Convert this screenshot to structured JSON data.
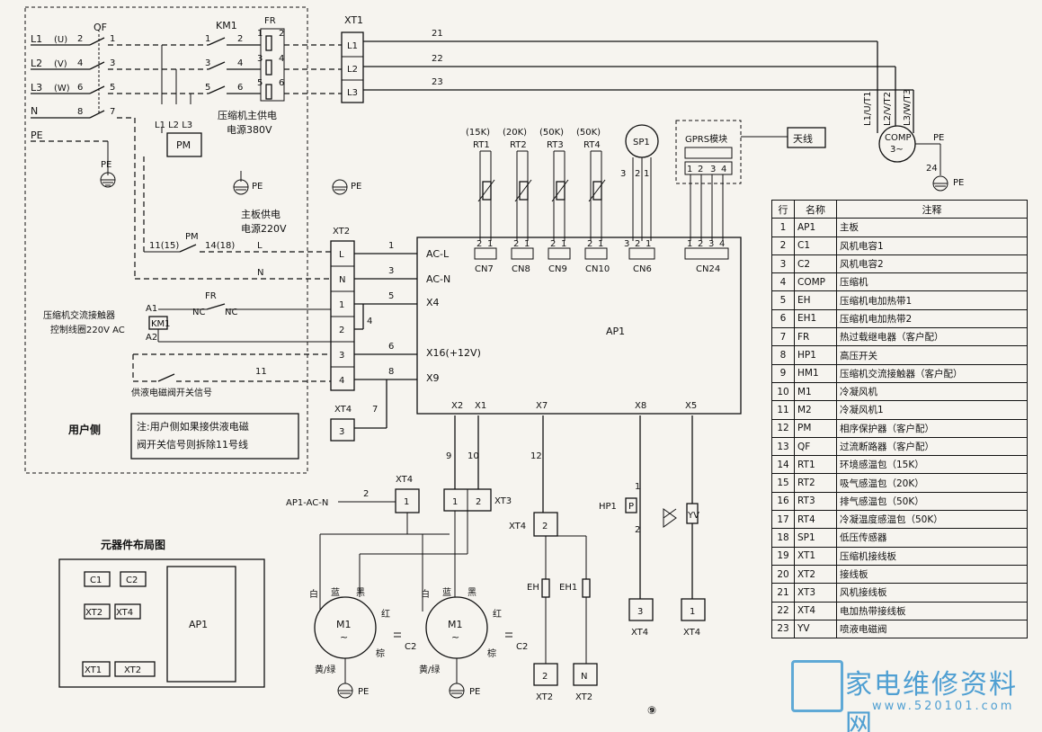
{
  "phases": [
    {
      "label": "L1",
      "sub": "(U)"
    },
    {
      "label": "L2",
      "sub": "(V)"
    },
    {
      "label": "L3",
      "sub": "(W)"
    },
    {
      "label": "N",
      "sub": ""
    },
    {
      "label": "PE",
      "sub": ""
    }
  ],
  "labels": {
    "qf": "QF",
    "km1": "KM1",
    "fr": "FR",
    "xt1": "XT1",
    "xt2": "XT2",
    "xt3": "XT3",
    "xt4": "XT4",
    "pm": "PM",
    "pe": "PE",
    "l123": "L1 L2 L3",
    "comp_power": "压缩机主供电",
    "comp_power2": "电源380V",
    "board_power": "主板供电",
    "board_power2": "电源220V",
    "coil": "压缩机交流接触器",
    "coil2": "控制线圈220V AC",
    "valve_sig": "供液电磁阀开关信号",
    "user_side": "用户侧",
    "note1": "注:用户侧如果接供液电磁",
    "note2": "阀开关信号则拆除11号线",
    "layout_title": "元器件布局图",
    "antenna": "天线",
    "gprs": "GPRS模块",
    "comp": "COMP",
    "comp3": "3~",
    "ap1": "AP1",
    "ap1_acn": "AP1-AC-N",
    "nc": "NC",
    "a1": "A1",
    "a2": "A2",
    "l": "L",
    "n": "N",
    "page": "⑨",
    "white": "白",
    "blue": "蓝",
    "black": "黑",
    "red": "红",
    "brown": "棕",
    "yg": "黄/绿",
    "m1": "M1",
    "tilde": "~",
    "c1": "C1",
    "c2": "C2",
    "eh": "EH",
    "eh1": "EH1",
    "hp1": "HP1",
    "p": "P",
    "yv": "YV",
    "sp1": "SP1",
    "comp_t1": "L1/U/T1",
    "comp_t2": "L2/V/T2",
    "comp_t3": "L3/W/T3",
    "km1_code": "KM1",
    "r11": "11(15)",
    "r14": "14(18)"
  },
  "wires": {
    "w21": "21",
    "w22": "22",
    "w23": "23",
    "w24": "24",
    "w1": "1",
    "w2": "2",
    "w3": "3",
    "w4": "4",
    "w5": "5",
    "w6": "6",
    "w7": "7",
    "w8": "8",
    "w9": "9",
    "w10": "10",
    "w11": "11",
    "w12": "12"
  },
  "sensors": [
    {
      "val": "(15K)",
      "name": "RT1",
      "cn": "CN7"
    },
    {
      "val": "(20K)",
      "name": "RT2",
      "cn": "CN8"
    },
    {
      "val": "(50K)",
      "name": "RT3",
      "cn": "CN9"
    },
    {
      "val": "(50K)",
      "name": "RT4",
      "cn": "CN10"
    }
  ],
  "ap1_ports": {
    "acl": "AC-L",
    "acn": "AC-N",
    "x4": "X4",
    "x16": "X16(+12V)",
    "x9": "X9",
    "x2": "X2",
    "x1": "X1",
    "x7": "X7",
    "x8": "X8",
    "x5": "X5",
    "cn6": "CN6",
    "cn24": "CN24"
  },
  "legend": {
    "headers": [
      "行",
      "名称",
      "注释"
    ],
    "rows": [
      [
        "1",
        "AP1",
        "主板"
      ],
      [
        "2",
        "C1",
        "风机电容1"
      ],
      [
        "3",
        "C2",
        "风机电容2"
      ],
      [
        "4",
        "COMP",
        "压缩机"
      ],
      [
        "5",
        "EH",
        "压缩机电加热带1"
      ],
      [
        "6",
        "EH1",
        "压缩机电加热带2"
      ],
      [
        "7",
        "FR",
        "热过载继电器（客户配）"
      ],
      [
        "8",
        "HP1",
        "高压开关"
      ],
      [
        "9",
        "HM1",
        "压缩机交流接触器（客户配）"
      ],
      [
        "10",
        "M1",
        "冷凝风机"
      ],
      [
        "11",
        "M2",
        "冷凝风机1"
      ],
      [
        "12",
        "PM",
        "相序保护器（客户配）"
      ],
      [
        "13",
        "QF",
        "过流断路器（客户配）"
      ],
      [
        "14",
        "RT1",
        "环境感温包（15K）"
      ],
      [
        "15",
        "RT2",
        "吸气感温包（20K）"
      ],
      [
        "16",
        "RT3",
        "排气感温包（50K）"
      ],
      [
        "17",
        "RT4",
        "冷凝温度感温包（50K）"
      ],
      [
        "18",
        "SP1",
        "低压传感器"
      ],
      [
        "19",
        "XT1",
        "压缩机接线板"
      ],
      [
        "20",
        "XT2",
        "接线板"
      ],
      [
        "21",
        "XT3",
        "风机接线板"
      ],
      [
        "22",
        "XT4",
        "电加热带接线板"
      ],
      [
        "23",
        "YV",
        "喷液电磁阀"
      ]
    ]
  },
  "watermark": {
    "title": "家电维修资料网",
    "url": "www.520101.com"
  }
}
